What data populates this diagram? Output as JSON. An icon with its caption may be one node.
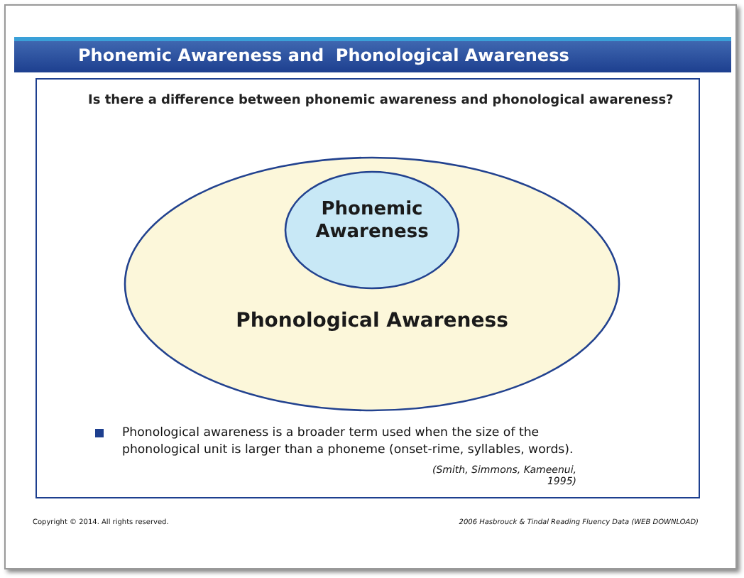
{
  "diagram": {
    "title": "Phonemic Awareness and  Phonological Awareness",
    "nodes": [
      {
        "text": [
          "Phonological Awareness"
        ]
      },
      {
        "text": [
          "Phonemic Awareness"
        ],
        "in": 0
      }
    ],
    "labels": [
      "Is there a difference between phonemic awareness and phonological awareness?",
      "Phonological awareness is a broader term used when the size of the phonological unit is larger than a phoneme (onset-rime, syllables, words).",
      "(Smith, Simmons, Kameenui, 1995)",
      "Copyright © 2014. All rights reserved.",
      "2006 Hasbrouck & Tindal Reading Fluency Data  (WEB DOWNLOAD)"
    ]
  }
}
